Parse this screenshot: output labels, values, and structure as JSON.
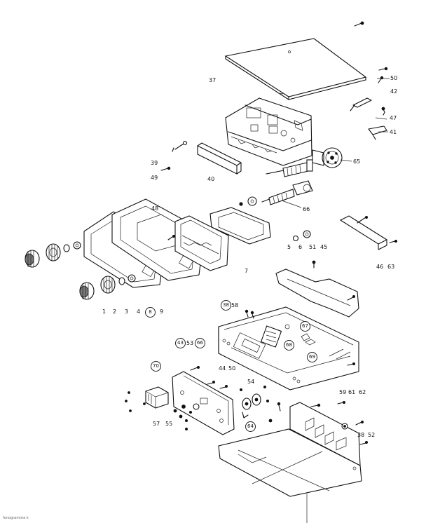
{
  "labels": {
    "l37": "37",
    "l50": "50",
    "l42": "42",
    "l47": "47",
    "l41": "41",
    "l65": "65",
    "l39": "39",
    "l49": "49",
    "l40": "40",
    "l48": "48",
    "l66": "66",
    "l5": "5",
    "l6": "6",
    "l51": "51",
    "l45": "45",
    "l46": "46",
    "l63": "63",
    "l7": "7",
    "l38": "38",
    "l58": "58",
    "l1": "1",
    "l2": "2",
    "l3": "3",
    "l4": "4",
    "l8": "8",
    "l9": "9",
    "l67": "67",
    "l43": "43",
    "l53": "53",
    "l66b": "66",
    "l68": "68",
    "l69": "69",
    "l70": "70",
    "l44": "44",
    "l50b": "50",
    "l54": "54",
    "l59": "59",
    "l61": "61",
    "l62": "62",
    "l64": "64",
    "l57": "57",
    "l55": "55",
    "l38b": "38",
    "l52": "52"
  },
  "footer_note": "fonogramma k"
}
